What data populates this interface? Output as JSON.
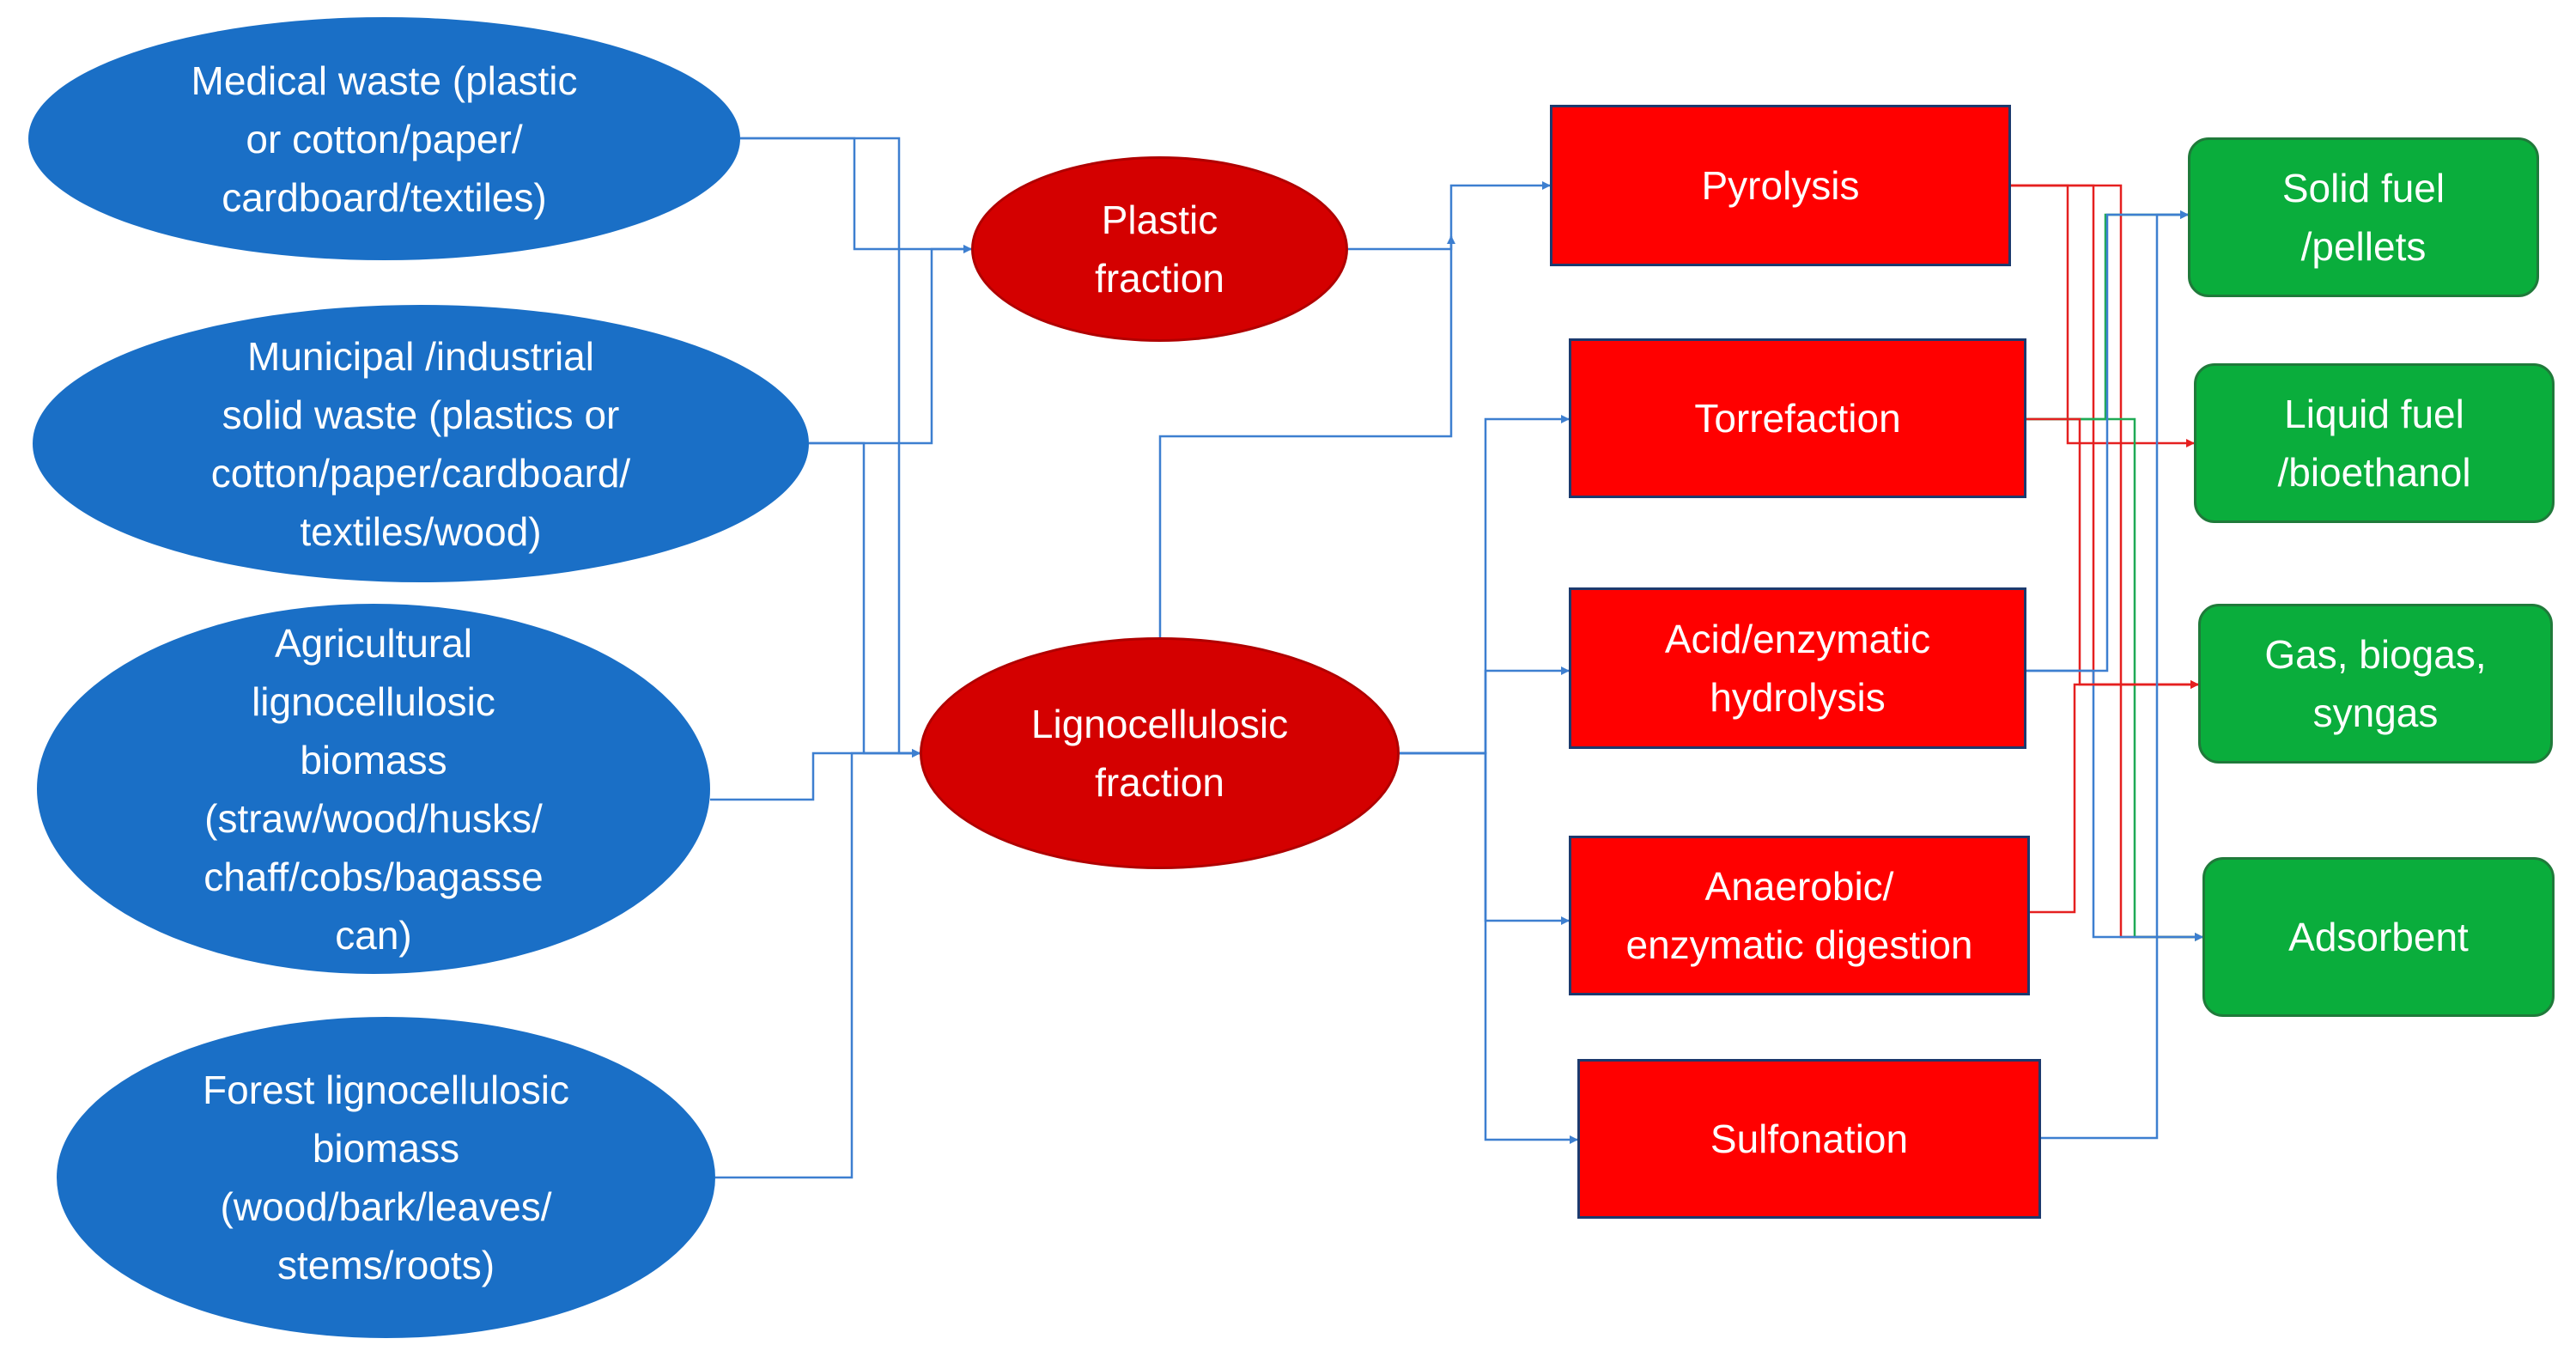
{
  "diagram": {
    "sources": [
      {
        "id": "medical",
        "label": "Medical waste (plastic\nor cotton/paper/\ncardboard/textiles)"
      },
      {
        "id": "municipal",
        "label": "Municipal /industrial\nsolid waste (plastics or\ncotton/paper/cardboard/\ntextiles/wood)"
      },
      {
        "id": "agricultural",
        "label": "Agricultural\nlignocellulosic\nbiomass\n(straw/wood/husks/\nchaff/cobs/bagasse\ncan)"
      },
      {
        "id": "forest",
        "label": "Forest lignocellulosic\nbiomass\n(wood/bark/leaves/\nstems/roots)"
      }
    ],
    "fractions": [
      {
        "id": "plastic",
        "label": "Plastic\nfraction"
      },
      {
        "id": "lignocellulosic",
        "label": "Lignocellulosic\nfraction"
      }
    ],
    "processes": [
      {
        "id": "pyrolysis",
        "label": "Pyrolysis"
      },
      {
        "id": "torrefaction",
        "label": "Torrefaction"
      },
      {
        "id": "hydrolysis",
        "label": "Acid/enzymatic\nhydrolysis"
      },
      {
        "id": "digestion",
        "label": "Anaerobic/\nenzymatic digestion"
      },
      {
        "id": "sulfonation",
        "label": "Sulfonation"
      }
    ],
    "products": [
      {
        "id": "solid",
        "label": "Solid fuel\n/pellets"
      },
      {
        "id": "liquid",
        "label": "Liquid fuel\n/bioethanol"
      },
      {
        "id": "gas",
        "label": "Gas, biogas,\nsyngas"
      },
      {
        "id": "adsorbent",
        "label": "Adsorbent"
      }
    ],
    "colors": {
      "source_fill": "#1a6fc6",
      "fraction_fill": "#d40000",
      "process_fill": "#ff0000",
      "product_fill": "#0aad3c",
      "connector_blue": "#3d7fd0",
      "connector_red": "#e52020",
      "connector_green": "#1faa55"
    }
  }
}
